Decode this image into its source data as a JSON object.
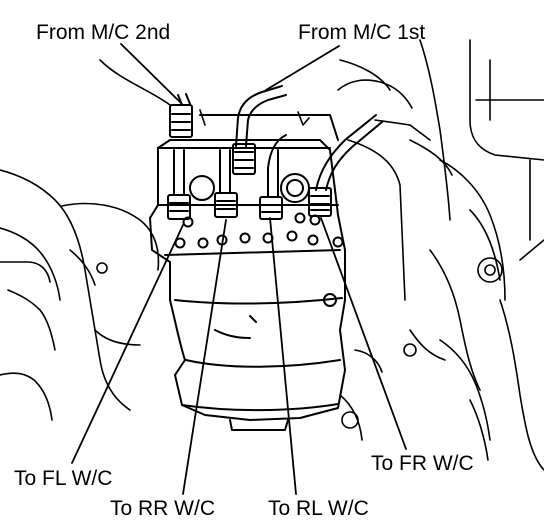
{
  "labels": {
    "from_mc_2nd": "From M/C 2nd",
    "from_mc_1st": "From M/C 1st",
    "to_fl_wc": "To FL W/C",
    "to_rr_wc": "To RR W/C",
    "to_rl_wc": "To RL W/C",
    "to_fr_wc": "To FR W/C"
  },
  "colors": {
    "ink": "#000000",
    "paper": "#ffffff"
  }
}
